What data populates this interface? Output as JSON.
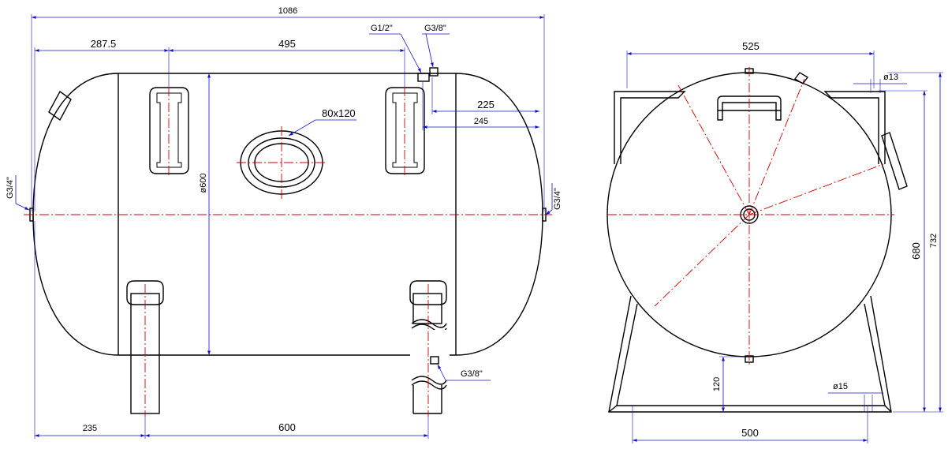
{
  "side_view": {
    "overall_length": "1086",
    "offset_left": "287.5",
    "handle_spacing": "495",
    "fitting_top_left": "G1/2\"",
    "fitting_top_right": "G3/8\"",
    "manhole": "80x120",
    "dist_225": "225",
    "dist_245": "245",
    "diameter": "ø600",
    "left_port": "G3/4\"",
    "right_port": "G3/4\"",
    "bottom_fitting": "G3/8\"",
    "leg_offset": "235",
    "leg_spacing": "600"
  },
  "end_view": {
    "top_width": "525",
    "hole_small": "ø13",
    "height_total": "732",
    "height_tank": "680",
    "leg_height": "120",
    "hole_foot": "ø15",
    "base_width": "500"
  }
}
